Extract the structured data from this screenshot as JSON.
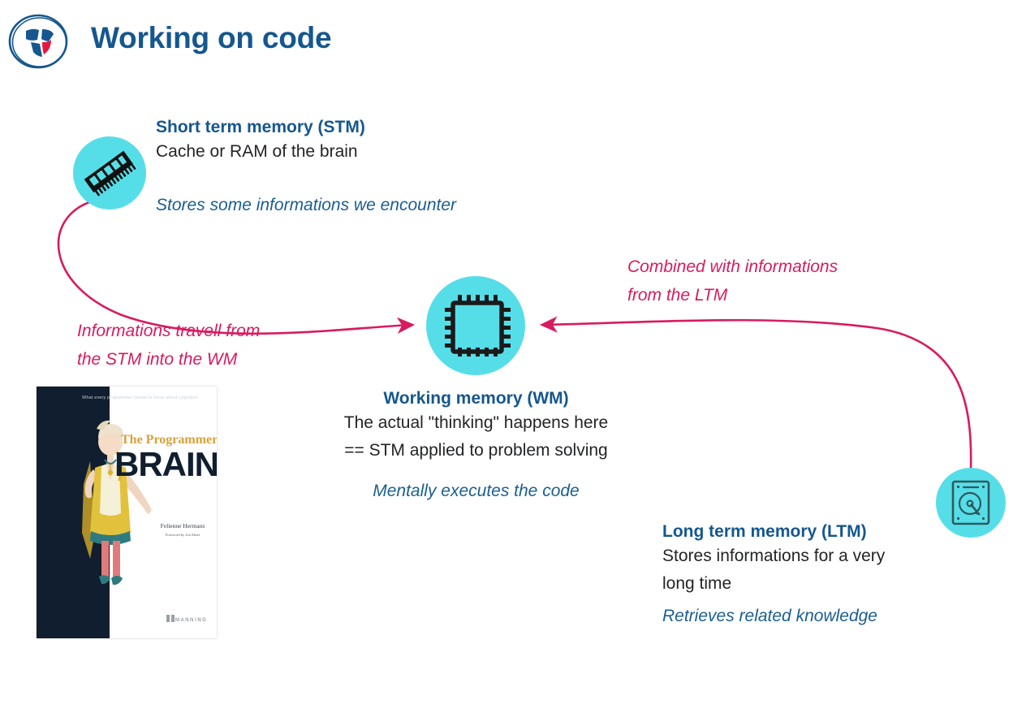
{
  "slide": {
    "title": "Working on code",
    "logo_icon": "ing-lion-shield-logo",
    "accent_blue": "#15578E",
    "accent_cyan": "#56DEE8",
    "accent_pink": "#D81B60",
    "body_text_color": "#222426"
  },
  "nodes": {
    "stm": {
      "icon": "ram-stick-icon",
      "heading": "Short term memory (STM)",
      "description": "Cache or RAM of the brain",
      "note": "Stores some informations we encounter"
    },
    "wm": {
      "icon": "cpu-chip-icon",
      "heading": "Working memory (WM)",
      "description_line1": "The actual \"thinking\" happens here",
      "description_line2": "== STM applied to problem solving",
      "note": "Mentally executes the code"
    },
    "ltm": {
      "icon": "hard-disk-icon",
      "heading": "Long term memory (LTM)",
      "description_line1": "Stores informations for a very",
      "description_line2": "long time",
      "note": "Retrieves related knowledge"
    }
  },
  "connectors": {
    "stm_to_wm": {
      "label_line1": "Informations travell from",
      "label_line2": "the STM into the WM"
    },
    "ltm_to_wm": {
      "label_line1": "Combined with informations",
      "label_line2": "from the LTM"
    }
  },
  "book": {
    "subtitle": "What every programmer needs to know about cognition",
    "title_small": "The Programmer's",
    "title_big": "BRAIN",
    "author": "Felienne Hermans",
    "foreword": "Foreword by Jon Skeet",
    "publisher": "MANNING"
  }
}
